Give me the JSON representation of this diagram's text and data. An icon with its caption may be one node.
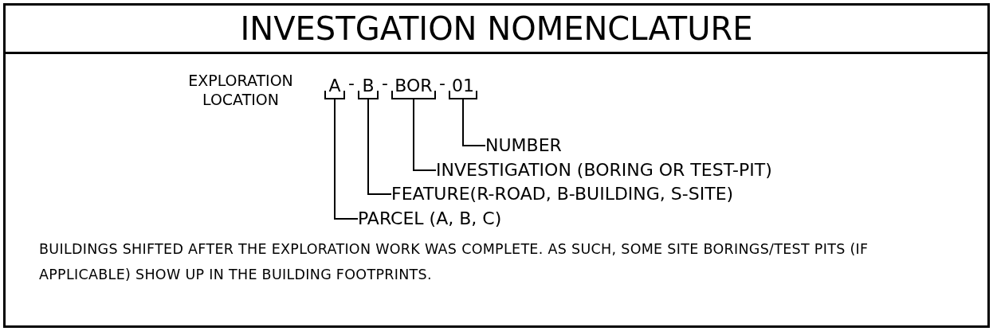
{
  "diagram": {
    "title": "INVESTGATION NOMENCLATURE",
    "nodes": [
      {
        "text": [
          "A"
        ]
      },
      {
        "text": [
          "B"
        ]
      },
      {
        "text": [
          "BOR"
        ]
      },
      {
        "text": [
          "01"
        ]
      },
      {
        "text": [
          "NUMBER"
        ]
      },
      {
        "text": [
          "INVESTIGATION (BORING OR TEST-PIT)"
        ]
      },
      {
        "text": [
          "FEATURE(R-ROAD, B-BUILDING, S-SITE)"
        ]
      },
      {
        "text": [
          "PARCEL (A, B, C)"
        ]
      }
    ],
    "edges": [
      {
        "from": 3,
        "to": 4,
        "arrow": "none"
      },
      {
        "from": 2,
        "to": 5,
        "arrow": "none"
      },
      {
        "from": 1,
        "to": 6,
        "arrow": "none"
      },
      {
        "from": 0,
        "to": 7,
        "arrow": "none"
      }
    ],
    "labels": [
      "EXPLORATION LOCATION",
      "-",
      "-",
      "-",
      "BUILDINGS SHIFTED AFTER THE EXPLORATION WORK WAS COMPLETE. AS SUCH, SOME SITE BORINGS/TEST PITS (IF APPLICABLE) SHOW UP IN THE BUILDING FOOTPRINTS."
    ]
  }
}
